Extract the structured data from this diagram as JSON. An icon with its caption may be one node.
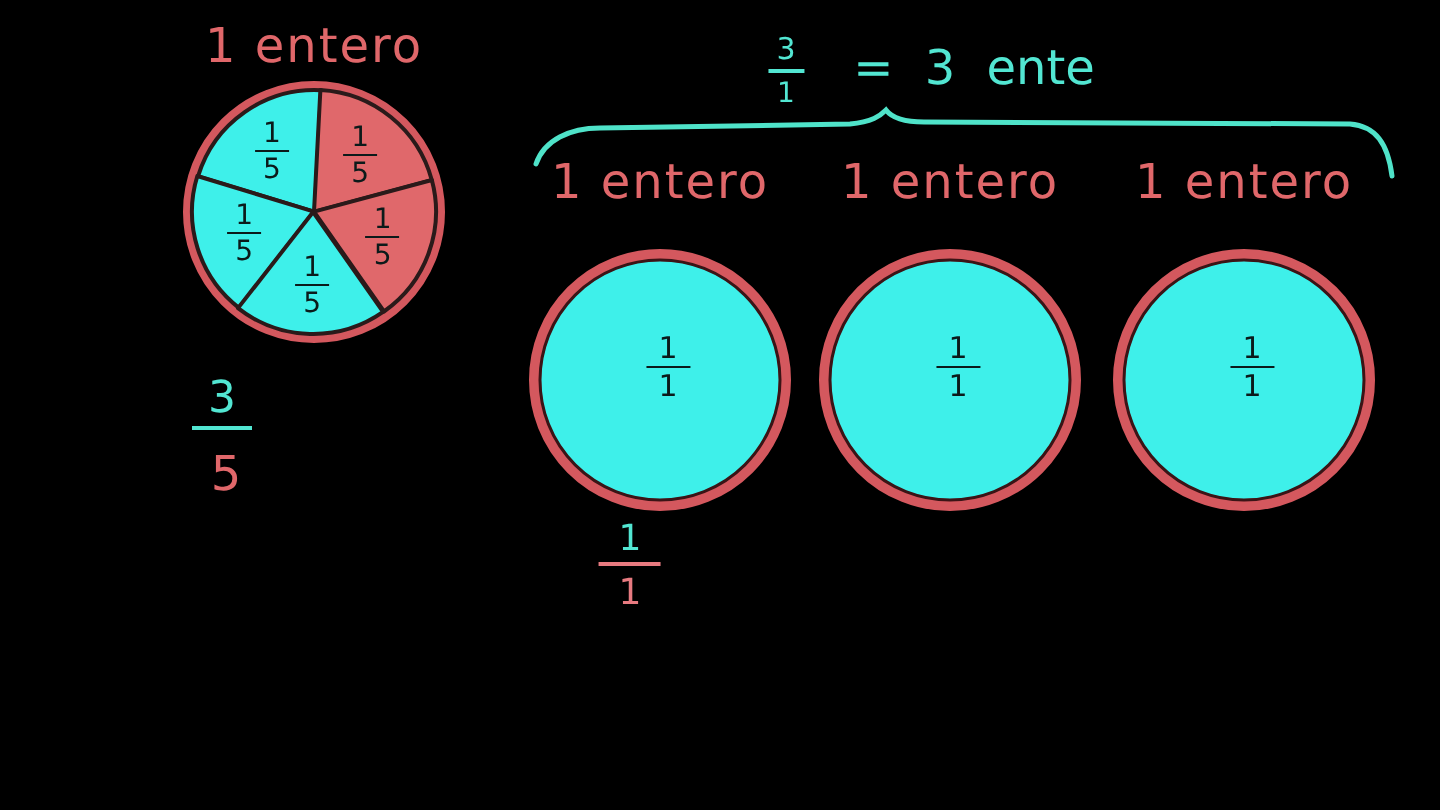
{
  "diagram": {
    "nodes": [
      {
        "text": [
          "1 entero"
        ]
      },
      {
        "text": [
          "1",
          "5"
        ],
        "in": 0
      },
      {
        "text": [
          "1",
          "5"
        ],
        "in": 0
      },
      {
        "text": [
          "1",
          "5"
        ],
        "in": 0
      },
      {
        "text": [
          "1",
          "5"
        ],
        "in": 0
      },
      {
        "text": [
          "1",
          "5"
        ],
        "in": 0
      },
      {
        "text": [
          "1 entero",
          "1",
          "1"
        ]
      },
      {
        "text": [
          "1 entero",
          "1",
          "1"
        ]
      },
      {
        "text": [
          "1 entero",
          "1",
          "1"
        ]
      }
    ],
    "labels": [
      "3",
      "1",
      "= 3 ente",
      "3",
      "5",
      "1",
      "1"
    ]
  }
}
